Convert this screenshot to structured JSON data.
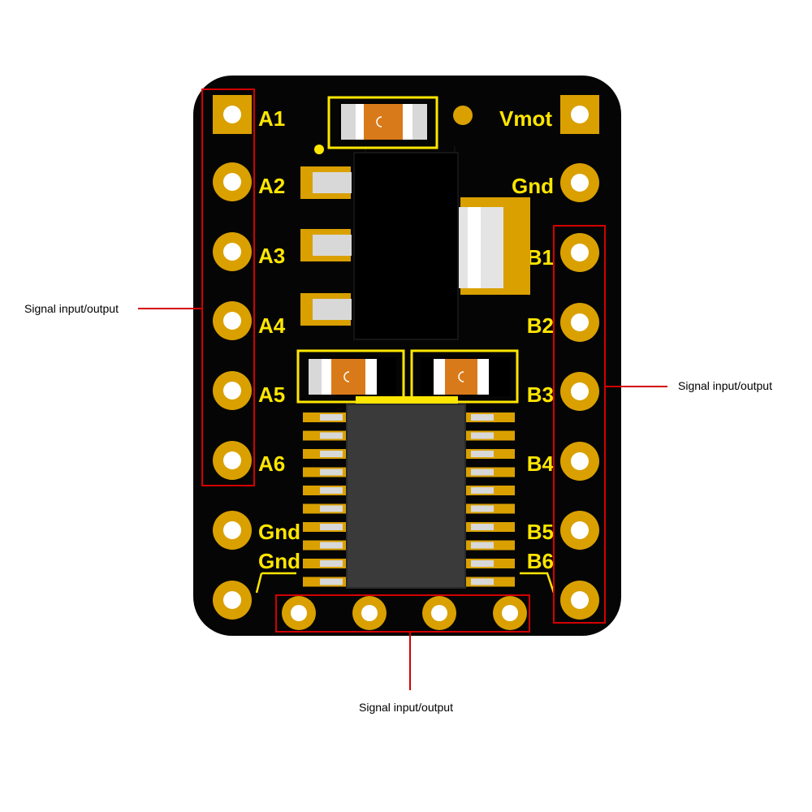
{
  "colors": {
    "board": "#050505",
    "pad": "#d9a000",
    "pad_ring": "#c88f00",
    "hole": "#ffffff",
    "silkscreen": "#ffe600",
    "callout": "#d40000",
    "chip": "#3a3a3a",
    "regulator": "#000000",
    "capacitor_body": "#d97a1a",
    "terminal": "#d8d8d8"
  },
  "pins": {
    "left": [
      "A1",
      "A2",
      "A3",
      "A4",
      "A5",
      "A6",
      "Gnd",
      "Gnd"
    ],
    "right": [
      "Vmot",
      "Gnd",
      "B1",
      "B2",
      "B3",
      "B4",
      "B5",
      "B6"
    ]
  },
  "callouts": {
    "left": "Signal input/output",
    "right": "Signal input/output",
    "bottom": "Signal input/output"
  }
}
